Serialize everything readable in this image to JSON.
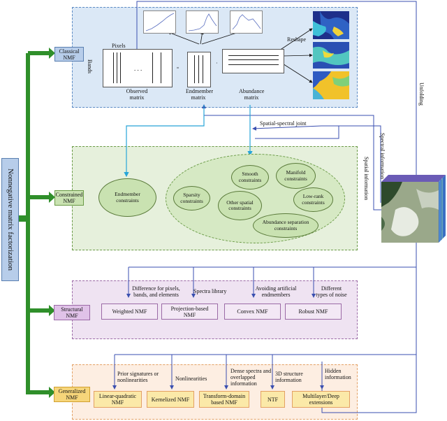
{
  "main_label": "Nonnegative matrix factorization",
  "categories": [
    {
      "id": "classical",
      "label": "Classical NMF"
    },
    {
      "id": "constrained",
      "label": "Constrained NMF"
    },
    {
      "id": "structural",
      "label": "Structural NMF"
    },
    {
      "id": "generalized",
      "label": "Generalized NMF"
    }
  ],
  "classical": {
    "pixels": "Pixels",
    "bands": "Bands",
    "observed": "Observed matrix",
    "endmember": "Endmember matrix",
    "abundance": "Abundance matrix",
    "reshape": "Reshape",
    "dots": ". . .",
    "small_mult": "≈",
    "small_dot": "·"
  },
  "constrained": {
    "endmember_constraints": "Endmember constraints",
    "sparsity": "Sparsity constraints",
    "smooth": "Smooth constraints",
    "manifold": "Manifold constraints",
    "other_spatial": "Other spatial constraints",
    "low_rank": "Low-rank constraints",
    "abundance_sep": "Abundance separation constraints"
  },
  "structural": {
    "boxes": [
      "Weighted NMF",
      "Projection-based NMF",
      "Convex NMF",
      "Robust NMF"
    ],
    "notes": [
      "Difference for pixels, bands, and elements",
      "Spectra library",
      "Avoiding artificial endmembers",
      "Different types of noise"
    ]
  },
  "generalized": {
    "boxes": [
      "Linear-quadratic NMF",
      "Kernelized NMF",
      "Transform-domain based NMF",
      "NTF",
      "Multilayer/Deep extensions"
    ],
    "notes": [
      "Prior signatures or nonlinearities",
      "Nonlinearities",
      "Dense spectra and overlapped information",
      "3D structure information",
      "Hidden information"
    ]
  },
  "side": {
    "unfolding": "Unfolding",
    "spectral_info": "Spectral information",
    "spatial_info": "Spatial information",
    "spatial_spectral": "Spatial-spectral joint"
  },
  "colors": {
    "classical_fill": "#dbe8f6",
    "classical_border": "#5b8ac4",
    "constrained_fill": "#e6f0dc",
    "constrained_border": "#6a9a46",
    "structural_fill": "#efe3f2",
    "structural_border": "#9b6aa6",
    "generalized_fill": "#fdeee2",
    "generalized_border": "#e3a063",
    "green_arrow": "#2f8f2a",
    "blue_line": "#3a4fb0",
    "cyan_line": "#27a5d8"
  }
}
